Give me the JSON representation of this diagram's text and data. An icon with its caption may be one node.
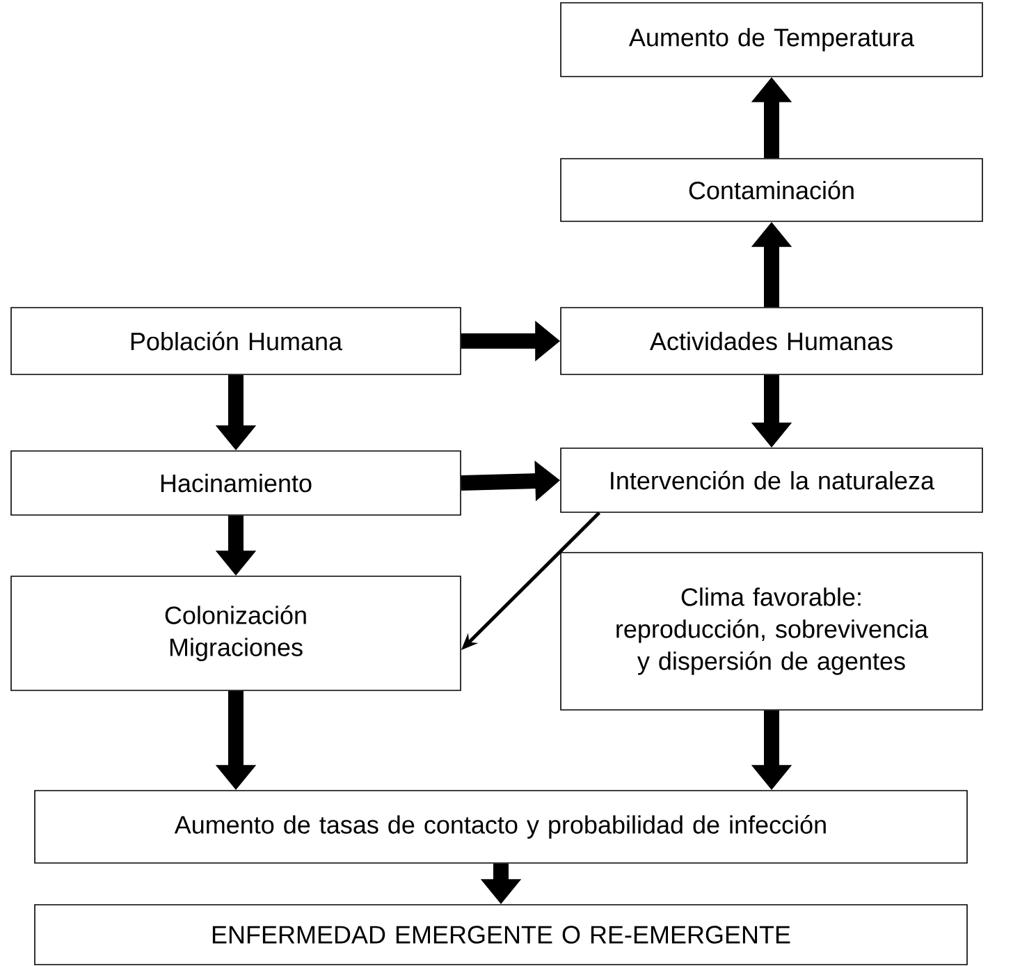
{
  "diagram": {
    "nodes": [
      {
        "text": [
          "Aumento de Temperatura"
        ]
      },
      {
        "text": [
          "Contaminación"
        ]
      },
      {
        "text": [
          "Población Humana"
        ]
      },
      {
        "text": [
          "Actividades Humanas"
        ]
      },
      {
        "text": [
          "Hacinamiento"
        ]
      },
      {
        "text": [
          "Intervención de la naturaleza"
        ]
      },
      {
        "text": [
          "Colonización Migraciones"
        ]
      },
      {
        "text": [
          "Clima favorable: reproducción, sobrevivencia y dispersión de agentes"
        ]
      },
      {
        "text": [
          "Aumento de tasas de contacto y probabilidad de infección"
        ]
      },
      {
        "text": [
          "ENFERMEDAD EMERGENTE O RE-EMERGENTE"
        ]
      }
    ],
    "edges": [
      {
        "from": 3,
        "to": 1,
        "arrow": "to"
      },
      {
        "from": 1,
        "to": 0,
        "arrow": "to"
      },
      {
        "from": 2,
        "to": 3,
        "arrow": "to"
      },
      {
        "from": 2,
        "to": 4,
        "arrow": "to"
      },
      {
        "from": 3,
        "to": 5,
        "arrow": "to"
      },
      {
        "from": 4,
        "to": 5,
        "arrow": "to"
      },
      {
        "from": 4,
        "to": 6,
        "arrow": "to"
      },
      {
        "from": 5,
        "to": 6,
        "arrow": "to"
      },
      {
        "from": 6,
        "to": 8,
        "arrow": "to"
      },
      {
        "from": 7,
        "to": 8,
        "arrow": "to"
      },
      {
        "from": 8,
        "to": 9,
        "arrow": "to"
      }
    ]
  }
}
